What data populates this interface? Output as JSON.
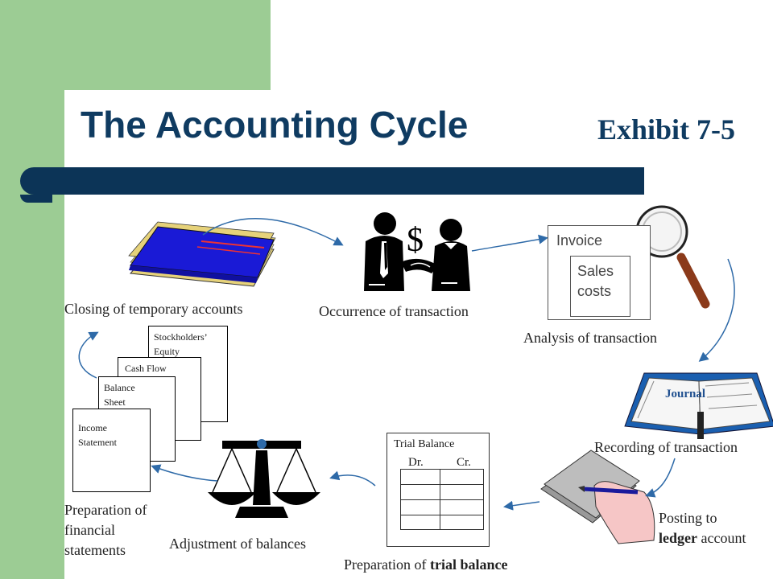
{
  "header": {
    "title": "The Accounting Cycle",
    "exhibit": "Exhibit 7-5"
  },
  "steps": {
    "closing": "Closing of temporary accounts",
    "occurrence": "Occurrence of transaction",
    "analysis": "Analysis of transaction",
    "recording": "Recording of transaction",
    "posting_line1": "Posting to",
    "posting_ledger": "ledger",
    "posting_rest": " account",
    "trial_prefix": "Preparation of ",
    "trial_bold": "trial balance",
    "adjustment": "Adjustment of balances",
    "financial_line1": "Preparation of",
    "financial_line2": "financial",
    "financial_line3": "statements"
  },
  "invoice": {
    "title": "Invoice",
    "line1": "Sales",
    "line2": "costs"
  },
  "journal": {
    "label": "Journal"
  },
  "trial_balance": {
    "title": "Trial Balance",
    "debit": "Dr.",
    "credit": "Cr."
  },
  "statements": {
    "equity_line1": "Stockholders’",
    "equity_line2": "Equity",
    "cash_flow": "Cash Flow",
    "balance_line1": "Balance",
    "balance_line2": "Sheet",
    "income_line1": "Income",
    "income_line2": "Statement"
  },
  "icons": {
    "ledger_book": "ledger-book-icon",
    "handshake": "handshake-icon",
    "dollar_sign": "$",
    "magnifier": "magnifying-glass-icon",
    "journal_book": "open-book-icon",
    "pen_hand": "hand-writing-icon",
    "scale": "balance-scale-icon"
  },
  "colors": {
    "green": "#9ccc94",
    "navy": "#0c3457",
    "title": "#0f3b61",
    "arrow": "#2e6aa8"
  }
}
